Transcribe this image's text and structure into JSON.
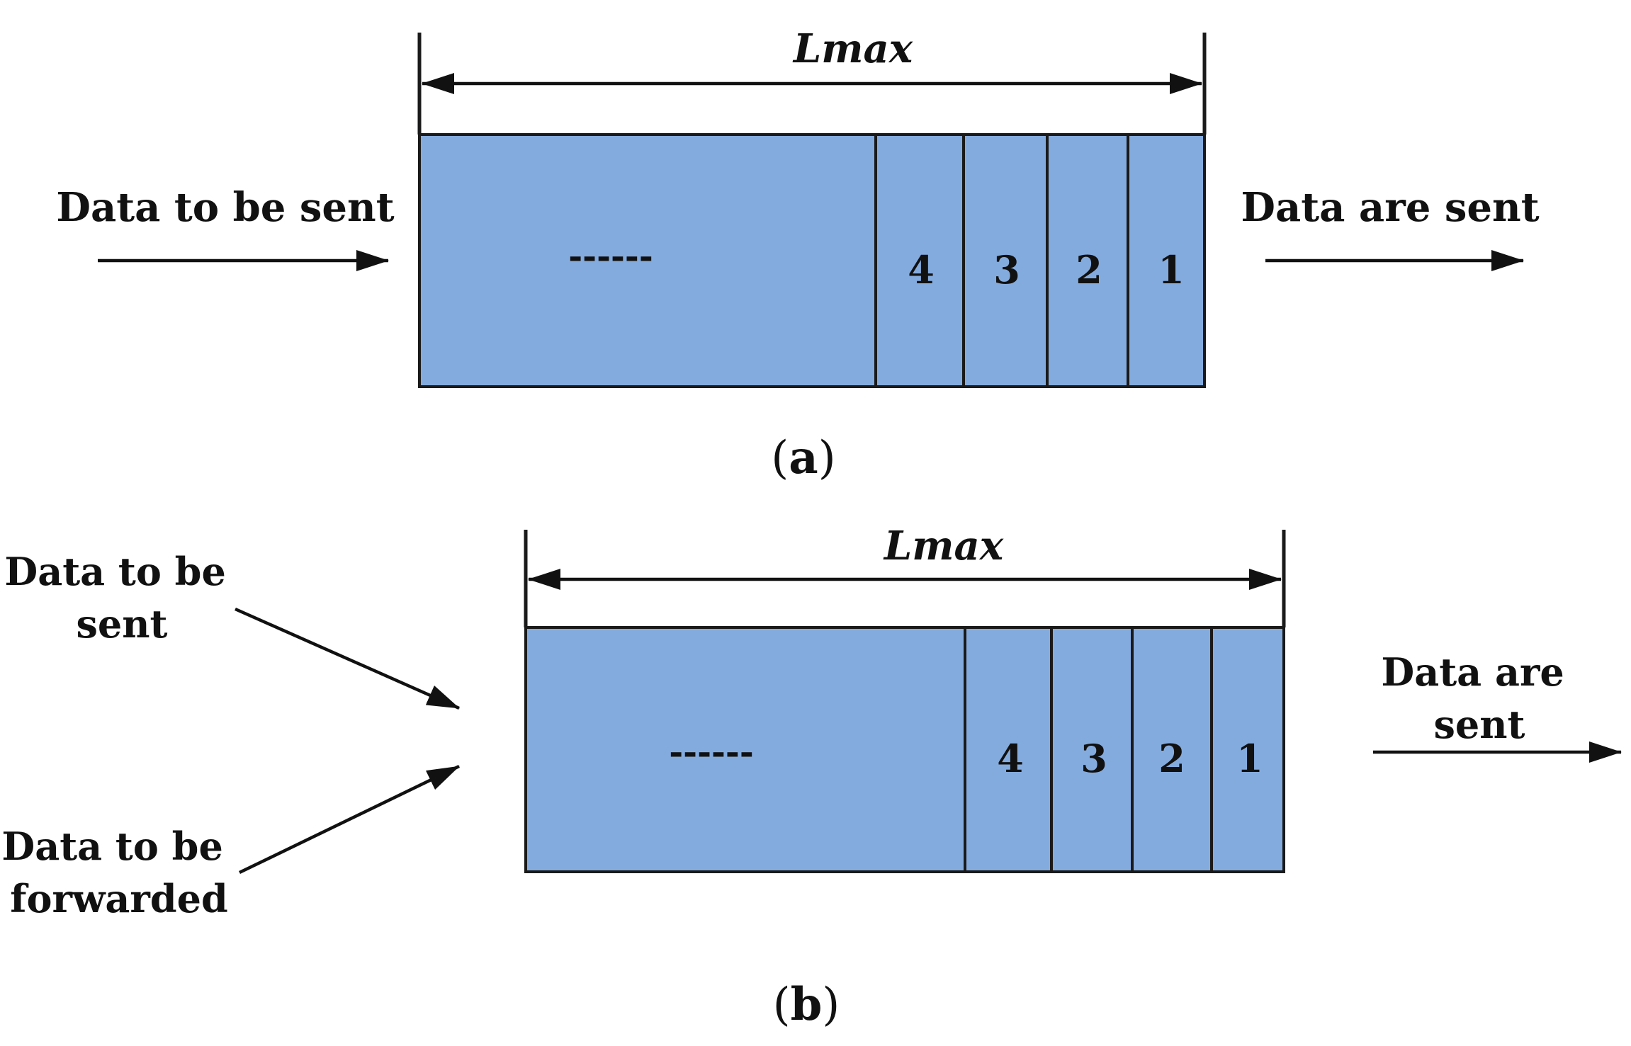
{
  "colors": {
    "queue_fill": "#84ABDE",
    "stroke": "#1a1a1a"
  },
  "panel_a": {
    "span_label": "Lmax",
    "input_label": "Data to be sent",
    "output_label": "Data are sent",
    "ellipsis": "------",
    "cells": [
      "4",
      "3",
      "2",
      "1"
    ],
    "caption_open": "(",
    "caption_letter": "a",
    "caption_close": ")"
  },
  "panel_b": {
    "span_label": "Lmax",
    "input_top_label": [
      "Data to be",
      "sent"
    ],
    "input_bottom_label": [
      "Data to be",
      "forwarded"
    ],
    "output_label": [
      "Data are",
      "sent"
    ],
    "ellipsis": "------",
    "cells": [
      "4",
      "3",
      "2",
      "1"
    ],
    "caption_open": "(",
    "caption_letter": "b",
    "caption_close": ")"
  }
}
